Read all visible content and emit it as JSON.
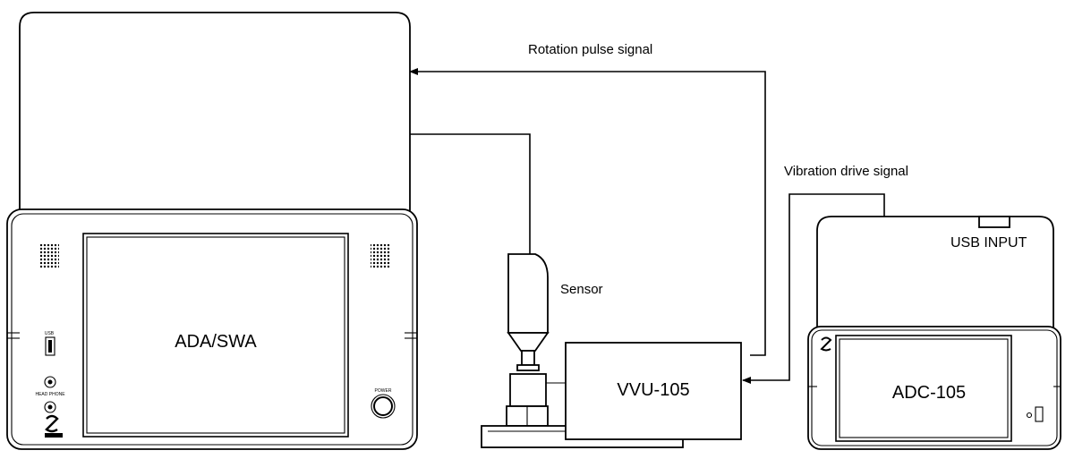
{
  "labels": {
    "rotation_signal": "Rotation pulse signal",
    "vibration_signal": "Vibration drive signal",
    "sensor": "Sensor",
    "usb_input": "USB INPUT"
  },
  "devices": {
    "ada": {
      "name": "ADA/SWA",
      "usb": "USB",
      "headphone": "HEAD PHONE",
      "power": "POWER"
    },
    "vvu": {
      "name": "VVU-105"
    },
    "adc": {
      "name": "ADC-105"
    }
  }
}
